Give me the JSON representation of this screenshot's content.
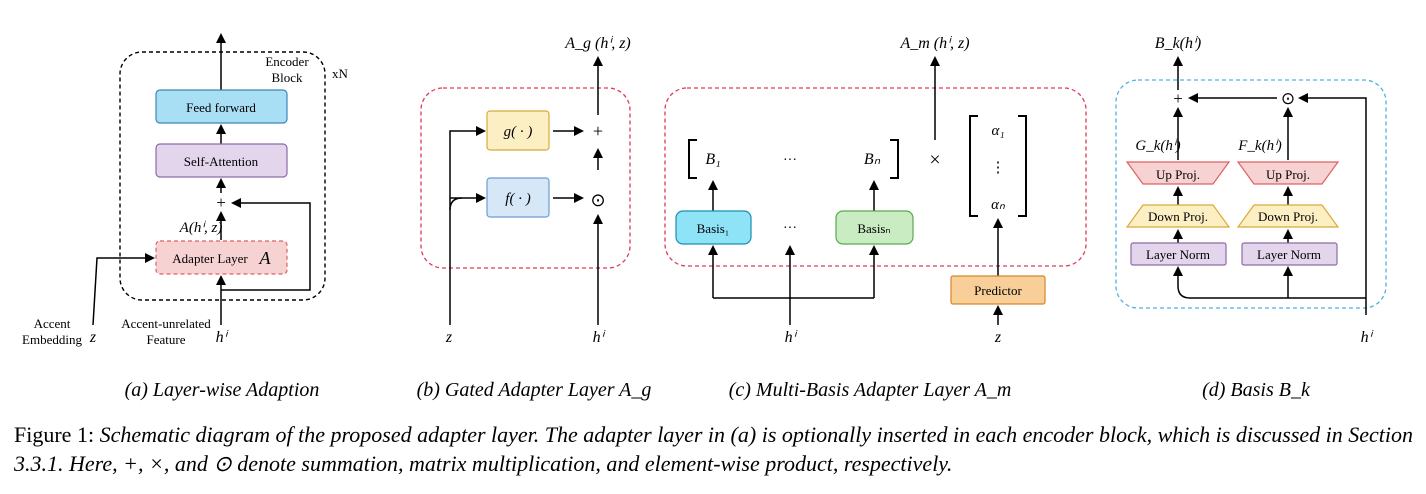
{
  "panel_a": {
    "encoder_block": "Encoder\nBlock",
    "repeat": "xN",
    "feed_forward": "Feed forward",
    "self_attention": "Self-Attention",
    "sum_symbol": "+",
    "adapter_output": "A(hⁱ, z)",
    "adapter_layer": "Adapter Layer",
    "adapter_symbol": "A",
    "accent_embedding": "Accent\nEmbedding",
    "z": "z",
    "accent_unrelated": "Accent-unrelated\nFeature",
    "h": "hⁱ",
    "caption": "(a) Layer-wise Adaption"
  },
  "panel_b": {
    "output": "A_g (hⁱ, z)",
    "g_box": "g( · )",
    "f_box": "f( · )",
    "sum_symbol": "+",
    "odot_symbol": "⊙",
    "z": "z",
    "h": "hⁱ",
    "caption": "(b) Gated Adapter Layer A_g"
  },
  "panel_c": {
    "output": "A_m (hⁱ, z)",
    "b1": "B₁",
    "bn": "Bₙ",
    "dots": "···",
    "times": "×",
    "alpha1": "α₁",
    "vdots": "⋮",
    "alphan": "αₙ",
    "basis1": "Basis₁",
    "basisn": "Basisₙ",
    "predictor": "Predictor",
    "h": "hⁱ",
    "z": "z",
    "caption": "(c) Multi-Basis Adapter Layer A_m"
  },
  "panel_d": {
    "output": "B_k(hⁱ)",
    "sum_symbol": "+",
    "odot_symbol": "⊙",
    "gk": "G_k(hⁱ)",
    "fk": "F_k(hⁱ)",
    "up_proj": "Up Proj.",
    "down_proj": "Down Proj.",
    "layer_norm": "Layer Norm",
    "h": "hⁱ",
    "caption": "(d) Basis B_k"
  },
  "figure_caption": {
    "lead": "Figure 1: ",
    "text": "Schematic diagram of the proposed adapter layer. The adapter layer in (a) is optionally inserted in each encoder block, which is discussed in Section 3.3.1. Here, +, ×, and ⊙ denote summation, matrix multiplication, and element-wise product, respectively."
  },
  "colors": {
    "blue_fill": "#a9dff5",
    "blue_stroke": "#3c87b5",
    "purple_fill": "#e3d5ec",
    "purple_stroke": "#8e6aa8",
    "pink_fill": "#f7d2d2",
    "pink_stroke": "#e06060",
    "yellow_fill": "#fdefc4",
    "yellow_stroke": "#d8aa3a",
    "lightblue_fill": "#d6e7f8",
    "lightblue_stroke": "#6f9cd1",
    "cyan_fill": "#8ee3f6",
    "cyan_stroke": "#1a8fb0",
    "green_fill": "#c9ecc3",
    "green_stroke": "#5aa84f",
    "orange_fill": "#f8cf99",
    "orange_stroke": "#d4862c",
    "dashed_red": "#e03a5a",
    "dashed_blue": "#4bb3e0"
  }
}
